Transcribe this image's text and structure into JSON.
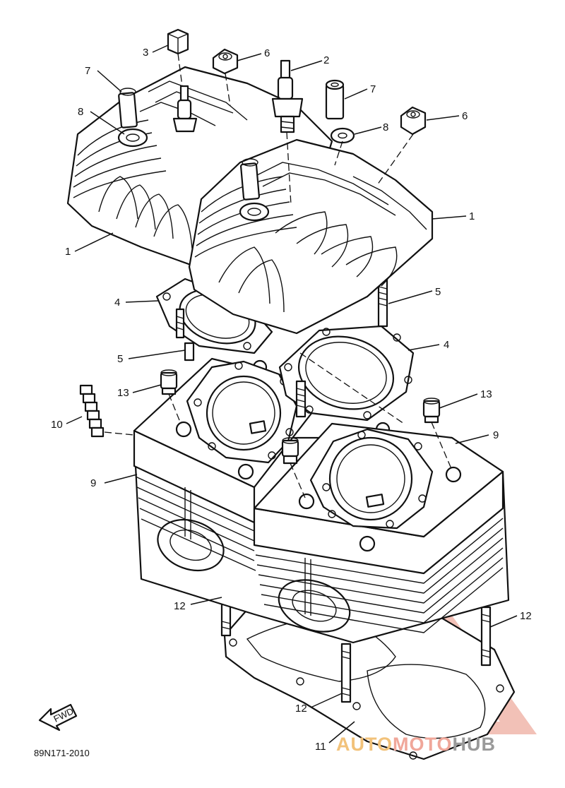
{
  "drawing_code": "89N171-2010",
  "direction_arrow_label": "FWD",
  "watermark": {
    "part1": "AUTO",
    "part2": "MOTO",
    "part3": "HUB",
    "color_primary": "#f0b6aa",
    "color_secondary": "#ec8f80",
    "color_dark": "#9a9a9a"
  },
  "callouts": {
    "c1_upper": "1",
    "c1_lower": "1",
    "c2": "2",
    "c3": "3",
    "c4_left": "4",
    "c4_right": "4",
    "c5_left": "5",
    "c5_right": "5",
    "c6_left": "6",
    "c6_right": "6",
    "c7_left": "7",
    "c7_right": "7",
    "c8_left": "8",
    "c8_right": "8",
    "c9_left": "9",
    "c9_right": "9",
    "c10": "10",
    "c11": "11",
    "c12_left": "12",
    "c12_bottom": "12",
    "c12_right": "12",
    "c13_left": "13",
    "c13_right": "13"
  }
}
